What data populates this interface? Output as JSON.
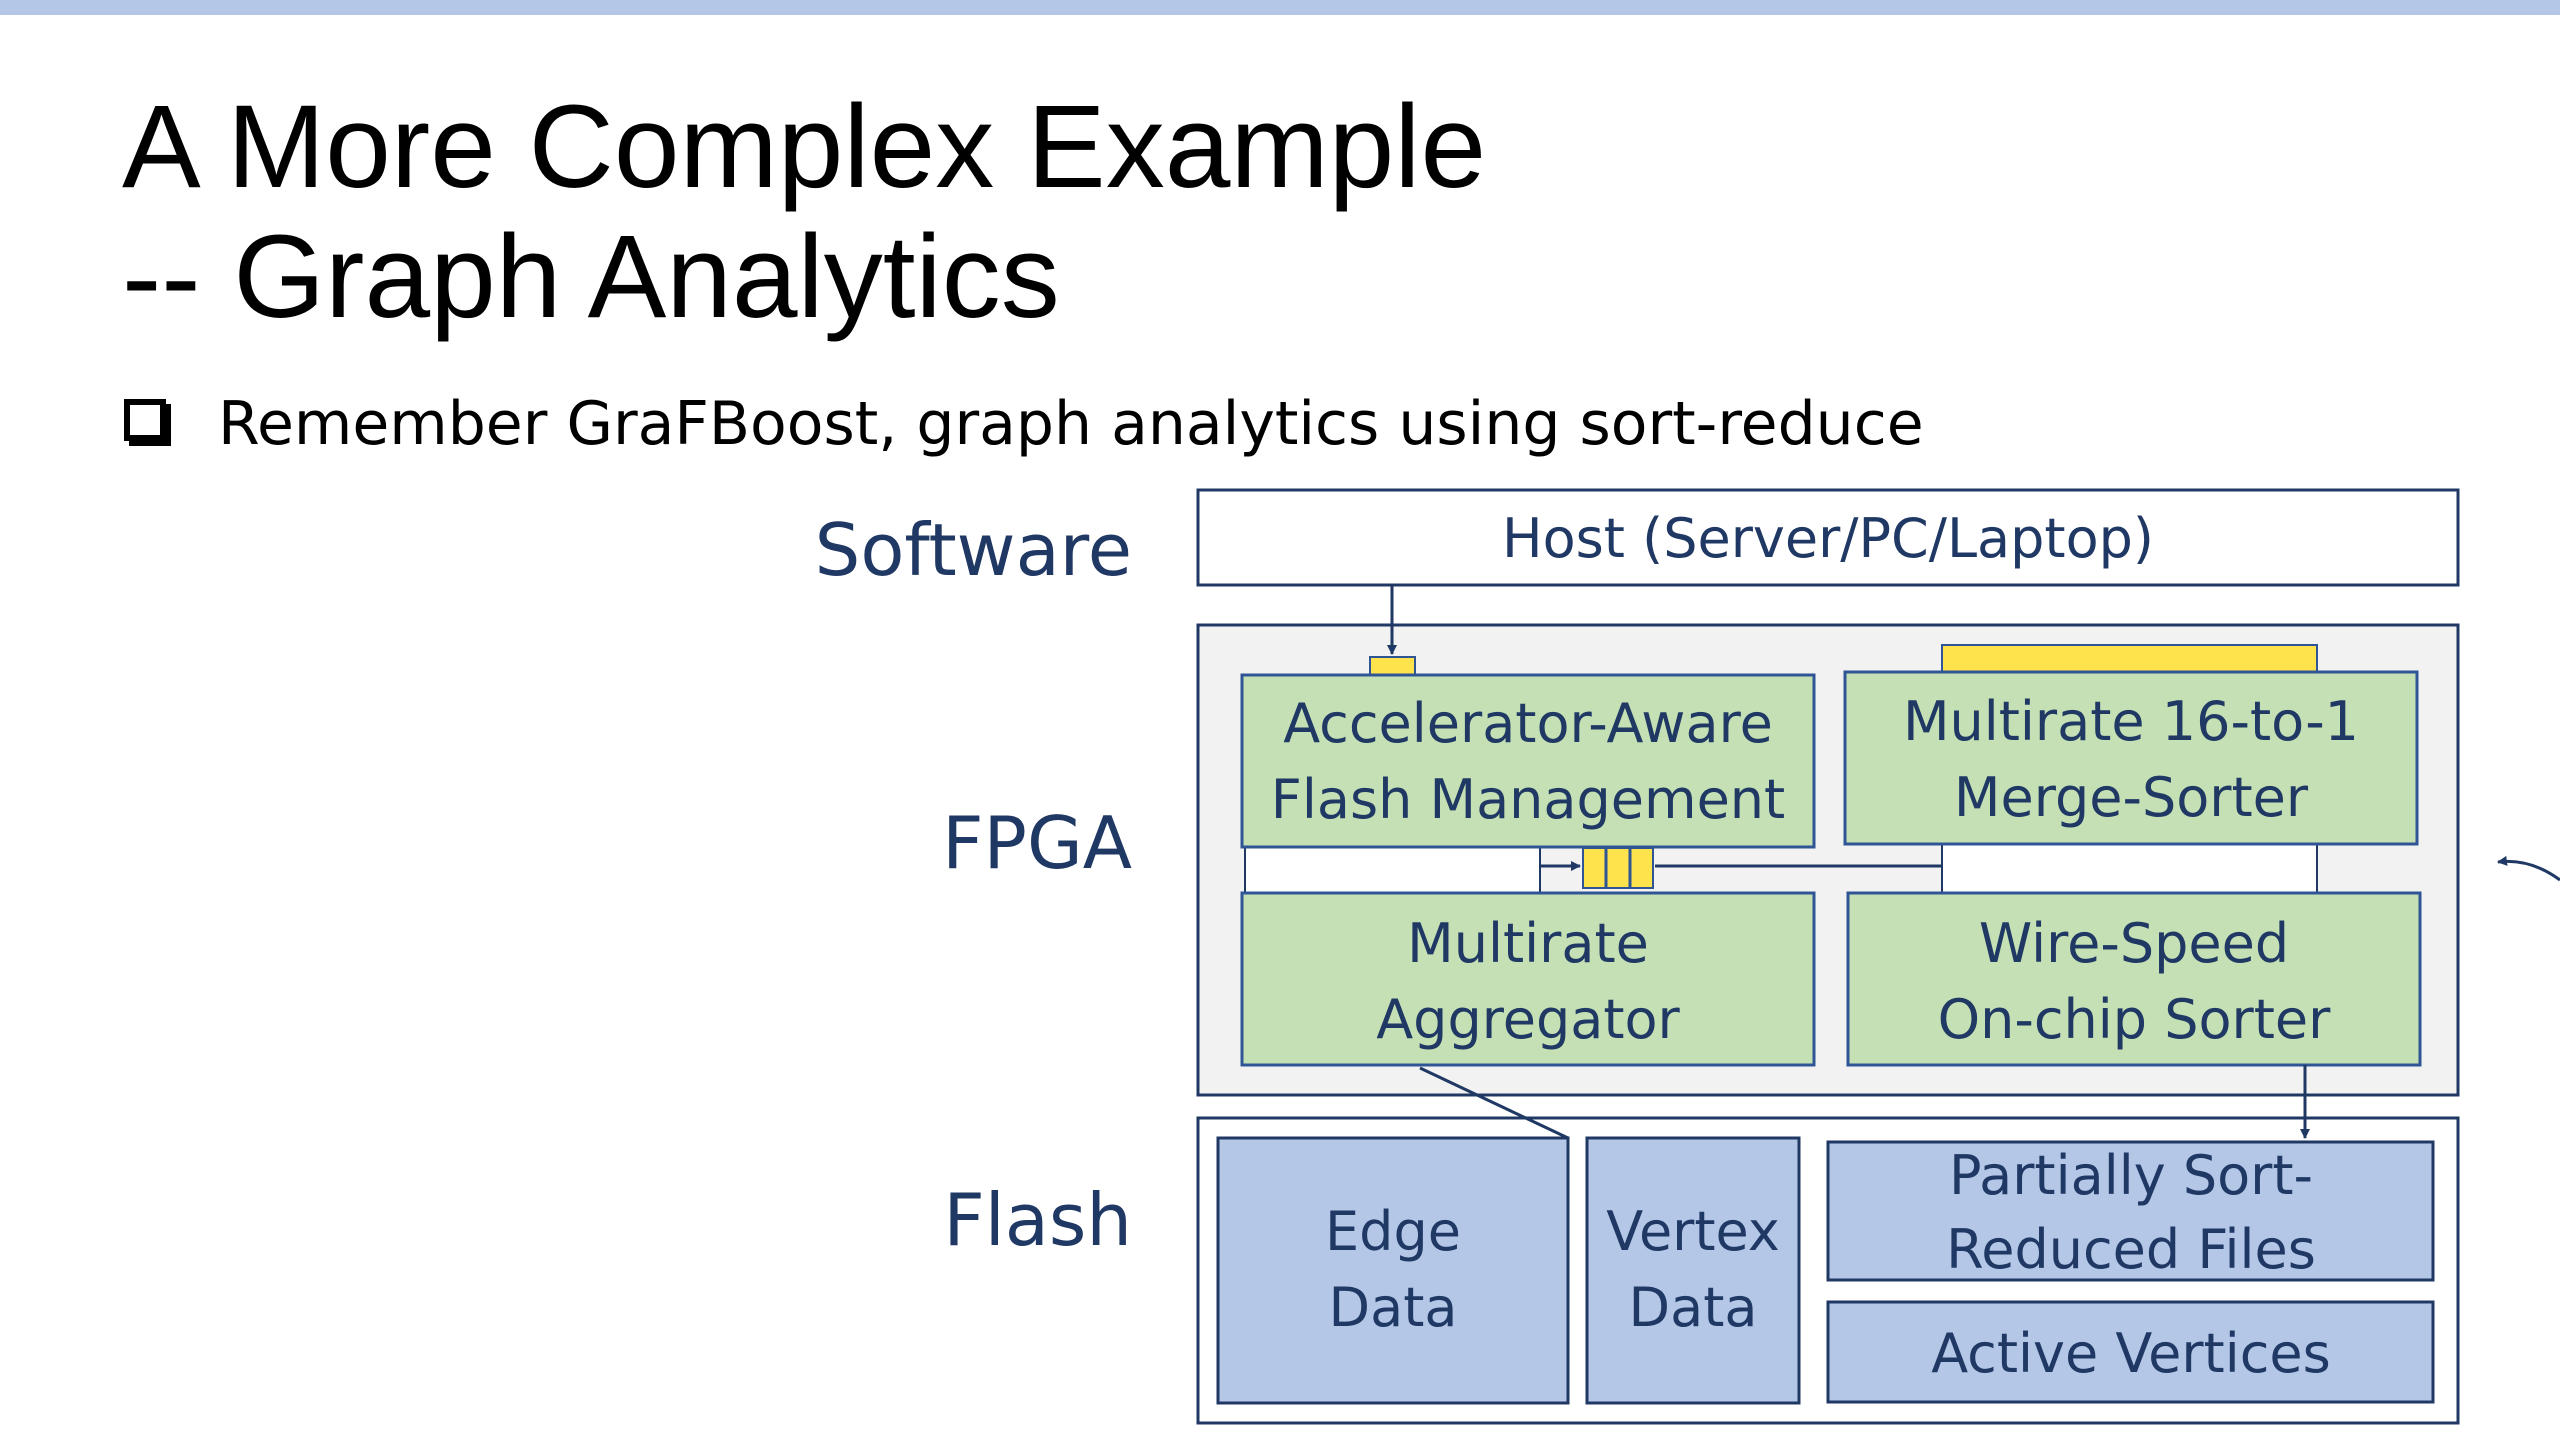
{
  "slide": {
    "title_line1": "A More Complex Example",
    "title_line2": "-- Graph Analytics",
    "bullet": "Remember GraFBoost, graph analytics using sort-reduce"
  },
  "diagram": {
    "layers": {
      "software": "Software",
      "fpga": "FPGA",
      "flash": "Flash"
    },
    "host": "Host (Server/PC/Laptop)",
    "blocks": {
      "flash_management": [
        "Accelerator-Aware",
        "Flash Management"
      ],
      "merge_sorter": [
        "Multirate 16-to-1",
        "Merge-Sorter"
      ],
      "aggregator": [
        "Multirate",
        "Aggregator"
      ],
      "onchip_sorter": [
        "Wire-Speed",
        "On-chip Sorter"
      ]
    },
    "flash_blocks": {
      "edge_data": [
        "Edge",
        "Data"
      ],
      "vertex_data": [
        "Vertex",
        "Data"
      ],
      "sort_reduced_files": [
        "Partially Sort-",
        "Reduced Files"
      ],
      "active_vertices": "Active Vertices"
    },
    "colors": {
      "label_text": "#1f3864",
      "border": "#1f3864",
      "green_fill": "#c5e0b4",
      "green_border": "#2f5597",
      "blue_fill": "#b4c7e7",
      "yellow_fill": "#ffe34d",
      "fpga_bg": "#f2f2f2"
    }
  }
}
